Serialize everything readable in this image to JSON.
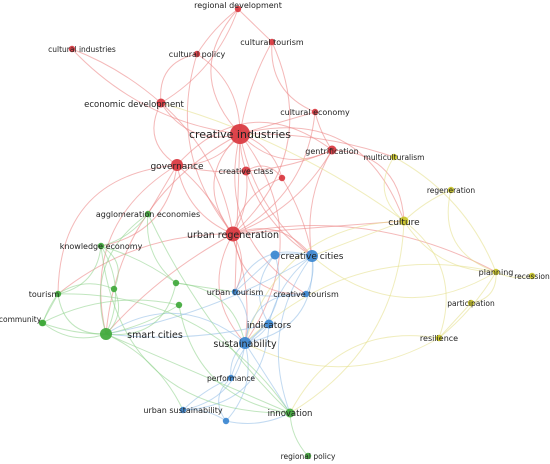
{
  "clusters": {
    "red": {
      "node": "#d9363e",
      "edge": "#eb7f7f"
    },
    "green": {
      "node": "#3fa83a",
      "edge": "#8ed18a"
    },
    "blue": {
      "node": "#3a86d0",
      "edge": "#8fbbe6"
    },
    "yellow": {
      "node": "#c9c427",
      "edge": "#e3df86"
    }
  },
  "nodes": [
    {
      "id": "regional_development",
      "label": "regional development",
      "cluster": "red",
      "weight": 1
    },
    {
      "id": "cultural_industries",
      "label": "cultural industries",
      "cluster": "red",
      "weight": 1
    },
    {
      "id": "cultural_tourism",
      "label": "cultural tourism",
      "cluster": "red",
      "weight": 1
    },
    {
      "id": "cultural_policy",
      "label": "cultural policy",
      "cluster": "red",
      "weight": 1
    },
    {
      "id": "economic_development",
      "label": "economic development",
      "cluster": "red",
      "weight": 2
    },
    {
      "id": "cultural_economy",
      "label": "cultural economy",
      "cluster": "red",
      "weight": 1
    },
    {
      "id": "creative_industries",
      "label": "creative industries",
      "cluster": "red",
      "weight": 5
    },
    {
      "id": "gentrification",
      "label": "gentrification",
      "cluster": "red",
      "weight": 2
    },
    {
      "id": "governance",
      "label": "governance",
      "cluster": "red",
      "weight": 3
    },
    {
      "id": "creative_class",
      "label": "creative class",
      "cluster": "red",
      "weight": 2
    },
    {
      "id": "red_unlabeled",
      "label": "",
      "cluster": "red",
      "weight": 1
    },
    {
      "id": "urban_regeneration",
      "label": "urban regeneration",
      "cluster": "red",
      "weight": 4
    },
    {
      "id": "multiculturalism",
      "label": "multiculturalism",
      "cluster": "yellow",
      "weight": 1
    },
    {
      "id": "regeneration",
      "label": "regeneration",
      "cluster": "yellow",
      "weight": 1
    },
    {
      "id": "culture",
      "label": "culture",
      "cluster": "yellow",
      "weight": 2
    },
    {
      "id": "planning",
      "label": "planning",
      "cluster": "yellow",
      "weight": 1
    },
    {
      "id": "recession",
      "label": "recession",
      "cluster": "yellow",
      "weight": 1
    },
    {
      "id": "participation",
      "label": "participation",
      "cluster": "yellow",
      "weight": 1
    },
    {
      "id": "resilience",
      "label": "resilience",
      "cluster": "yellow",
      "weight": 1
    },
    {
      "id": "agglomeration_economies",
      "label": "agglomeration economies",
      "cluster": "green",
      "weight": 1
    },
    {
      "id": "knowledge_economy",
      "label": "knowledge economy",
      "cluster": "green",
      "weight": 1
    },
    {
      "id": "tourism",
      "label": "tourism",
      "cluster": "green",
      "weight": 1
    },
    {
      "id": "community",
      "label": "community",
      "cluster": "green",
      "weight": 1
    },
    {
      "id": "smart_cities",
      "label": "smart cities",
      "cluster": "green",
      "weight": 3
    },
    {
      "id": "innovation",
      "label": "innovation",
      "cluster": "green",
      "weight": 2
    },
    {
      "id": "regional_policy",
      "label": "regional policy",
      "cluster": "green",
      "weight": 1
    },
    {
      "id": "green_a",
      "label": "",
      "cluster": "green",
      "weight": 1
    },
    {
      "id": "green_b",
      "label": "",
      "cluster": "green",
      "weight": 1
    },
    {
      "id": "green_c",
      "label": "",
      "cluster": "green",
      "weight": 1
    },
    {
      "id": "green_d",
      "label": "",
      "cluster": "green",
      "weight": 1
    },
    {
      "id": "creative_cities",
      "label": "creative cities",
      "cluster": "blue",
      "weight": 3
    },
    {
      "id": "blue_unlabeled",
      "label": "",
      "cluster": "blue",
      "weight": 2
    },
    {
      "id": "urban_tourism",
      "label": "urban tourism",
      "cluster": "blue",
      "weight": 1
    },
    {
      "id": "creative_tourism",
      "label": "creative tourism",
      "cluster": "blue",
      "weight": 1
    },
    {
      "id": "indicators",
      "label": "indicators",
      "cluster": "blue",
      "weight": 2
    },
    {
      "id": "sustainability",
      "label": "sustainability",
      "cluster": "blue",
      "weight": 3
    },
    {
      "id": "performance",
      "label": "performance",
      "cluster": "blue",
      "weight": 1
    },
    {
      "id": "urban_sustainability",
      "label": "urban sustainability",
      "cluster": "blue",
      "weight": 1
    },
    {
      "id": "blue_small",
      "label": "",
      "cluster": "blue",
      "weight": 1
    }
  ],
  "edges": [
    [
      "creative_industries",
      "regional_development"
    ],
    [
      "creative_industries",
      "cultural_tourism"
    ],
    [
      "creative_industries",
      "cultural_policy"
    ],
    [
      "creative_industries",
      "economic_development"
    ],
    [
      "creative_industries",
      "cultural_economy"
    ],
    [
      "creative_industries",
      "gentrification"
    ],
    [
      "creative_industries",
      "governance"
    ],
    [
      "creative_industries",
      "creative_class"
    ],
    [
      "creative_industries",
      "urban_regeneration"
    ],
    [
      "creative_industries",
      "cultural_industries"
    ],
    [
      "creative_industries",
      "creative_cities"
    ],
    [
      "creative_industries",
      "culture"
    ],
    [
      "creative_industries",
      "multiculturalism"
    ],
    [
      "creative_industries",
      "smart_cities"
    ],
    [
      "creative_industries",
      "sustainability"
    ],
    [
      "creative_industries",
      "urban_tourism"
    ],
    [
      "creative_industries",
      "creative_tourism"
    ],
    [
      "creative_industries",
      "red_unlabeled"
    ],
    [
      "economic_development",
      "cultural_industries"
    ],
    [
      "economic_development",
      "governance"
    ],
    [
      "economic_development",
      "urban_regeneration"
    ],
    [
      "economic_development",
      "regional_development"
    ],
    [
      "economic_development",
      "cultural_policy"
    ],
    [
      "cultural_policy",
      "regional_development"
    ],
    [
      "cultural_policy",
      "urban_regeneration"
    ],
    [
      "cultural_tourism",
      "urban_regeneration"
    ],
    [
      "cultural_tourism",
      "regional_development"
    ],
    [
      "cultural_tourism",
      "cultural_economy"
    ],
    [
      "cultural_economy",
      "urban_regeneration"
    ],
    [
      "cultural_economy",
      "gentrification"
    ],
    [
      "gentrification",
      "governance"
    ],
    [
      "gentrification",
      "urban_regeneration"
    ],
    [
      "gentrification",
      "creative_cities"
    ],
    [
      "gentrification",
      "culture"
    ],
    [
      "gentrification",
      "creative_class"
    ],
    [
      "governance",
      "urban_regeneration"
    ],
    [
      "governance",
      "knowledge_economy"
    ],
    [
      "governance",
      "agglomeration_economies"
    ],
    [
      "governance",
      "smart_cities"
    ],
    [
      "governance",
      "sustainability"
    ],
    [
      "governance",
      "creative_class"
    ],
    [
      "governance",
      "tourism"
    ],
    [
      "creative_class",
      "urban_regeneration"
    ],
    [
      "creative_class",
      "creative_cities"
    ],
    [
      "creative_class",
      "red_unlabeled"
    ],
    [
      "red_unlabeled",
      "creative_cities"
    ],
    [
      "red_unlabeled",
      "urban_regeneration"
    ],
    [
      "urban_regeneration",
      "creative_cities"
    ],
    [
      "urban_regeneration",
      "culture"
    ],
    [
      "urban_regeneration",
      "sustainability"
    ],
    [
      "urban_regeneration",
      "urban_tourism"
    ],
    [
      "urban_regeneration",
      "smart_cities"
    ],
    [
      "urban_regeneration",
      "creative_tourism"
    ],
    [
      "urban_regeneration",
      "planning"
    ],
    [
      "urban_regeneration",
      "tourism"
    ],
    [
      "culture",
      "multiculturalism"
    ],
    [
      "culture",
      "regeneration"
    ],
    [
      "culture",
      "planning"
    ],
    [
      "culture",
      "resilience"
    ],
    [
      "culture",
      "creative_cities"
    ],
    [
      "culture",
      "sustainability"
    ],
    [
      "culture",
      "innovation"
    ],
    [
      "culture",
      "economic_development"
    ],
    [
      "regeneration",
      "planning"
    ],
    [
      "multiculturalism",
      "planning"
    ],
    [
      "planning",
      "recession"
    ],
    [
      "planning",
      "participation"
    ],
    [
      "planning",
      "resilience"
    ],
    [
      "planning",
      "sustainability"
    ],
    [
      "planning",
      "creative_cities"
    ],
    [
      "participation",
      "resilience"
    ],
    [
      "resilience",
      "innovation"
    ],
    [
      "resilience",
      "sustainability"
    ],
    [
      "creative_cities",
      "blue_unlabeled"
    ],
    [
      "creative_cities",
      "urban_tourism"
    ],
    [
      "creative_cities",
      "creative_tourism"
    ],
    [
      "creative_cities",
      "indicators"
    ],
    [
      "creative_cities",
      "sustainability"
    ],
    [
      "creative_cities",
      "smart_cities"
    ],
    [
      "creative_cities",
      "innovation"
    ],
    [
      "blue_unlabeled",
      "sustainability"
    ],
    [
      "blue_unlabeled",
      "urban_tourism"
    ],
    [
      "blue_unlabeled",
      "indicators"
    ],
    [
      "urban_tourism",
      "sustainability"
    ],
    [
      "urban_tourism",
      "creative_tourism"
    ],
    [
      "creative_tourism",
      "sustainability"
    ],
    [
      "indicators",
      "sustainability"
    ],
    [
      "indicators",
      "performance"
    ],
    [
      "indicators",
      "urban_sustainability"
    ],
    [
      "indicators",
      "smart_cities"
    ],
    [
      "sustainability",
      "performance"
    ],
    [
      "sustainability",
      "urban_sustainability"
    ],
    [
      "sustainability",
      "innovation"
    ],
    [
      "sustainability",
      "smart_cities"
    ],
    [
      "sustainability",
      "blue_small"
    ],
    [
      "performance",
      "urban_sustainability"
    ],
    [
      "performance",
      "blue_small"
    ],
    [
      "urban_sustainability",
      "blue_small"
    ],
    [
      "blue_small",
      "innovation"
    ],
    [
      "smart_cities",
      "tourism"
    ],
    [
      "smart_cities",
      "community"
    ],
    [
      "smart_cities",
      "knowledge_economy"
    ],
    [
      "smart_cities",
      "agglomeration_economies"
    ],
    [
      "smart_cities",
      "innovation"
    ],
    [
      "smart_cities",
      "green_a"
    ],
    [
      "smart_cities",
      "green_b"
    ],
    [
      "smart_cities",
      "green_c"
    ],
    [
      "smart_cities",
      "green_d"
    ],
    [
      "smart_cities",
      "urban_sustainability"
    ],
    [
      "innovation",
      "regional_policy"
    ],
    [
      "innovation",
      "knowledge_economy"
    ],
    [
      "innovation",
      "agglomeration_economies"
    ],
    [
      "innovation",
      "tourism"
    ],
    [
      "innovation",
      "green_c"
    ],
    [
      "tourism",
      "community"
    ],
    [
      "tourism",
      "knowledge_economy"
    ],
    [
      "tourism",
      "green_a"
    ],
    [
      "tourism",
      "green_b"
    ],
    [
      "community",
      "green_b"
    ],
    [
      "community",
      "green_c"
    ],
    [
      "knowledge_economy",
      "agglomeration_economies"
    ],
    [
      "knowledge_economy",
      "green_a"
    ],
    [
      "knowledge_economy",
      "green_d"
    ],
    [
      "agglomeration_economies",
      "green_d"
    ],
    [
      "green_d",
      "sustainability"
    ],
    [
      "green_d",
      "urban_tourism"
    ]
  ]
}
